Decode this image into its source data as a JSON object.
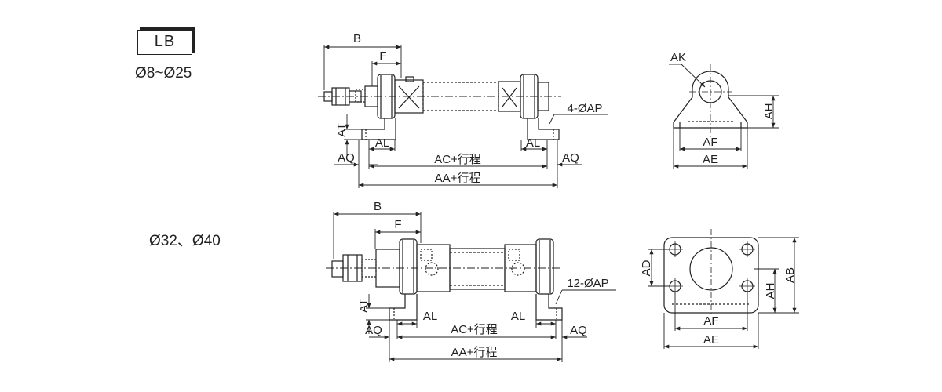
{
  "series_tag": "LB",
  "range_small": "Ø8~Ø25",
  "range_large": "Ø32、Ø40",
  "dims_top": {
    "B": "B",
    "F": "F",
    "AT": "AT",
    "AL": "AL",
    "AQ": "AQ",
    "AC": "AC+行程",
    "AA": "AA+行程",
    "hole": "4-ØAP",
    "AK": "AK",
    "AH": "AH",
    "AF": "AF",
    "AE": "AE"
  },
  "dims_bottom": {
    "B": "B",
    "F": "F",
    "AT": "AT",
    "AL": "AL",
    "AQ": "AQ",
    "AC": "AC+行程",
    "AA": "AA+行程",
    "hole": "12-ØAP",
    "AD": "AD",
    "AH": "AH",
    "AB": "AB",
    "AF": "AF",
    "AE": "AE"
  }
}
